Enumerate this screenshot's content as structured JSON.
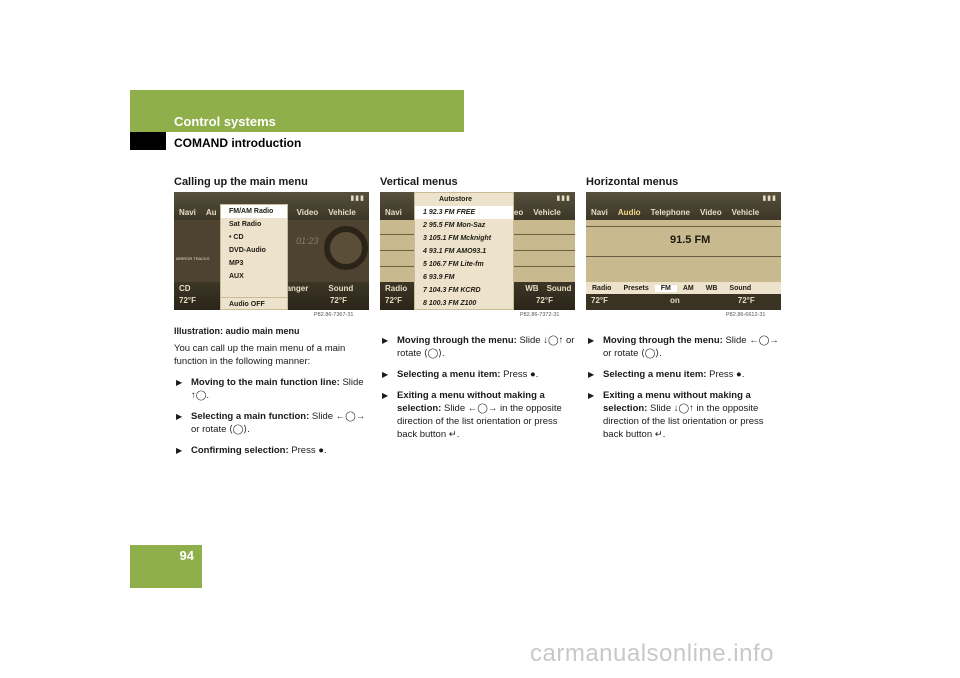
{
  "header": {
    "title": "Control systems",
    "subtitle": "COMAND introduction",
    "page_number": "94"
  },
  "columns": [
    {
      "title": "Calling up the main menu",
      "screen": {
        "top_tabs": [
          "Navi",
          "Au",
          "Video",
          "Vehicle"
        ],
        "menu_items": [
          "FM/AM Radio",
          "Sat Radio",
          "• CD",
          "DVD-Audio",
          "MP3",
          "AUX"
        ],
        "menu_footer": "Audio OFF",
        "bottom_tabs": [
          "CD",
          "anger",
          "Sound"
        ],
        "temp_left": "72°F",
        "temp_right": "72°F",
        "clock": "01:23",
        "left_label": "MIRROR TRACKS"
      },
      "ref": "P82.86-7367-31",
      "caption": "Illustration: audio main menu",
      "body": "You can call up the main menu of a main function in the following manner:",
      "bullets": [
        {
          "label": "Moving to the main function line:",
          "text": "Slide ↑◯."
        },
        {
          "label": "Selecting a main function:",
          "text": "Slide ←◯→ or rotate ⟨◯⟩."
        },
        {
          "label": "Confirming selection:",
          "text": "Press ●."
        }
      ]
    },
    {
      "title": "Vertical menus",
      "screen": {
        "top_tabs": [
          "Navi",
          "eo",
          "Vehicle"
        ],
        "menu_header": "Autostore",
        "menu_items": [
          "1  92.3 FM FREE",
          "2  95.5 FM  Mon-Saz",
          "3  105.1 FM  Mcknight",
          "4  93.1 FM  AMO93.1",
          "5  106.7 FM  Lite-fm",
          "6  93.9 FM",
          "7  104.3 FM  KCRD",
          "8  100.3 FM  Z100"
        ],
        "bottom_tabs": [
          "Radio",
          "WB",
          "Sound"
        ],
        "temp_left": "72°F",
        "temp_right": "72°F"
      },
      "ref": "P82.86-7372-31",
      "bullets": [
        {
          "label": "Moving through the menu:",
          "text": "Slide ↓◯↑ or rotate ⟨◯⟩."
        },
        {
          "label": "Selecting a menu item:",
          "text": "Press ●."
        },
        {
          "label": "Exiting a menu without making a selection:",
          "text": "Slide ←◯→ in the opposite direction of the list orientation or press back button ↵."
        }
      ]
    },
    {
      "title": "Horizontal menus",
      "screen": {
        "top_tabs": [
          "Navi",
          "Audio",
          "Telephone",
          "Video",
          "Vehicle"
        ],
        "station": "91.5 FM",
        "band_tabs": [
          "Radio",
          "Presets",
          "FM",
          "AM",
          "WB",
          "Sound"
        ],
        "selected_band": "FM",
        "temp_left": "72°F",
        "temp_right": "72°F",
        "status_on": "on"
      },
      "ref": "P82.86-6612-31",
      "bullets": [
        {
          "label": "Moving through the menu:",
          "text": "Slide ←◯→ or rotate ⟨◯⟩."
        },
        {
          "label": "Selecting a menu item:",
          "text": "Press ●."
        },
        {
          "label": "Exiting a menu without making a selection:",
          "text": "Slide ↓◯↑ in the opposite direction of the list orientation or press back button ↵."
        }
      ]
    }
  ],
  "watermark": "carmanualsonline.info"
}
